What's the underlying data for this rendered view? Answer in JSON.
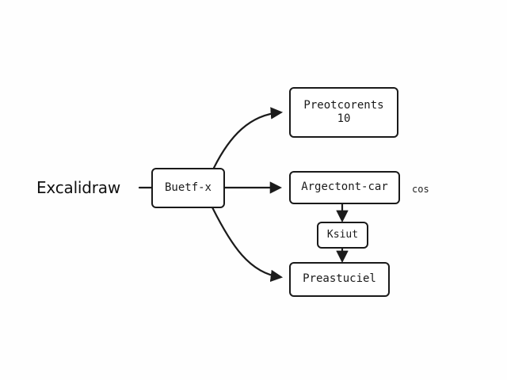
{
  "title": "Excalidraw",
  "nodes": {
    "source": {
      "label": "Buetf-x"
    },
    "top": {
      "label": "Preotcorents",
      "sublabel": "10"
    },
    "middle": {
      "label": "Argectont-car"
    },
    "small": {
      "label": "Ksiut"
    },
    "bottom": {
      "label": "Preastuciel"
    }
  },
  "annotation": "cos",
  "colors": {
    "stroke": "#1a1a1a",
    "background": "#ffffff"
  }
}
